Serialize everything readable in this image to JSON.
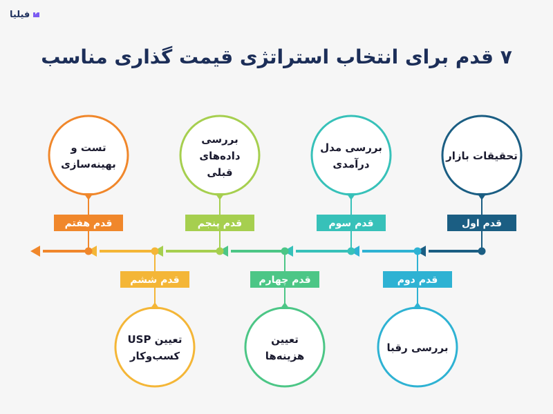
{
  "brand": {
    "name": "فیلیا"
  },
  "title": "۷ قدم برای انتخاب استراتژی قیمت گذاری مناسب",
  "steps": [
    {
      "step": "قدم اول",
      "lines": [
        "تحقیقات بازار"
      ],
      "color": "#1b5e83"
    },
    {
      "step": "قدم دوم",
      "lines": [
        "بررسی رقبا"
      ],
      "color": "#2eb2d3"
    },
    {
      "step": "قدم سوم",
      "lines": [
        "بررسی مدل",
        "درآمدی"
      ],
      "color": "#37c1b9"
    },
    {
      "step": "قدم چهارم",
      "lines": [
        "تعیین",
        "هزینه‌ها"
      ],
      "color": "#4cc686"
    },
    {
      "step": "قدم پنجم",
      "lines": [
        "بررسی",
        "داده‌های",
        "قبلی"
      ],
      "color": "#a6cf4f"
    },
    {
      "step": "قدم ششم",
      "lines": [
        "تعیین USP",
        "کسب‌وکار"
      ],
      "color": "#f4b637"
    },
    {
      "step": "قدم هفتم",
      "lines": [
        "تست و",
        "بهینه‌سازی"
      ],
      "color": "#f0872b"
    }
  ]
}
